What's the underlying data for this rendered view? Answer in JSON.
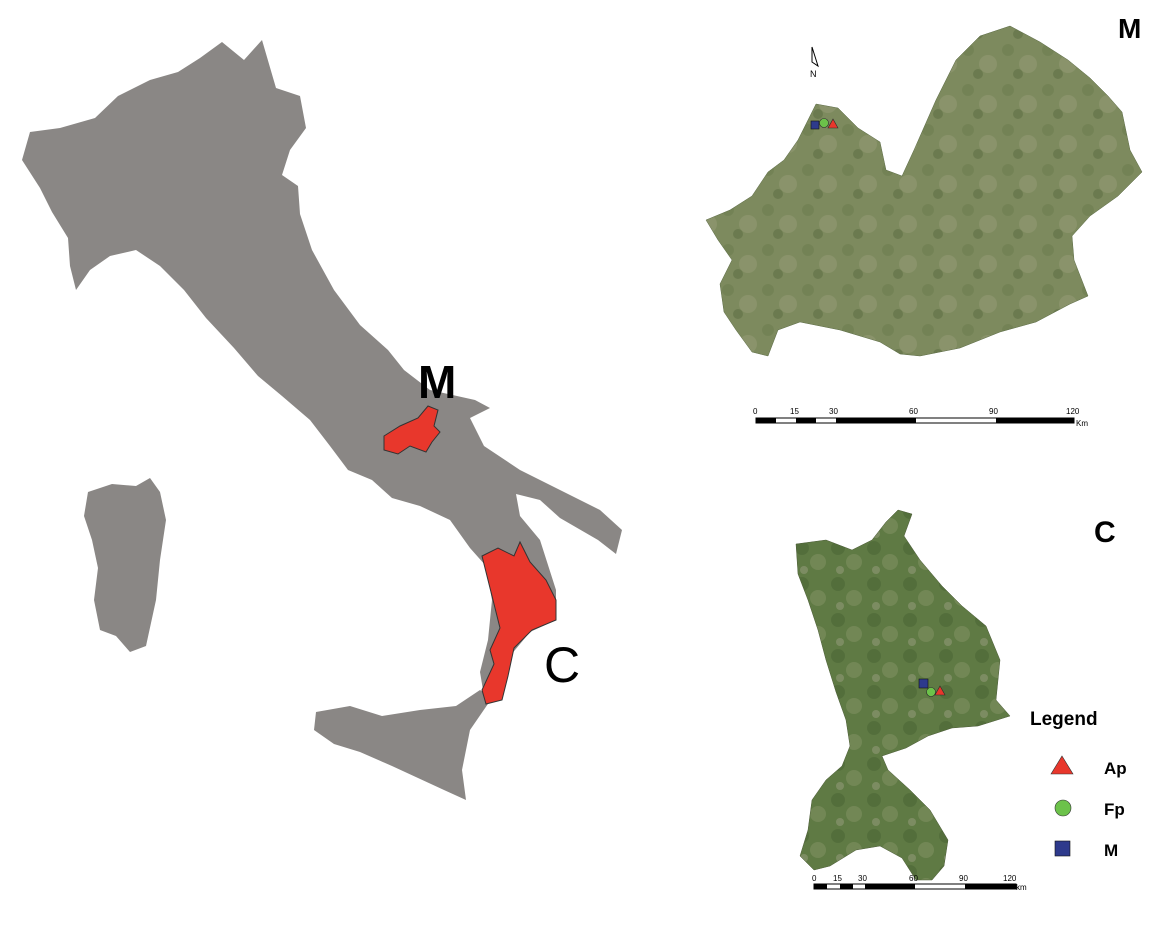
{
  "overview_map": {
    "labels": {
      "molise": "M",
      "calabria": "C"
    },
    "colors": {
      "land": "#8a8785",
      "highlight": "#e8372c"
    }
  },
  "inset_molise": {
    "label": "M",
    "north_label": "N",
    "scale": {
      "ticks": [
        "0",
        "15",
        "30",
        "60",
        "90",
        "120"
      ],
      "unit": "Km"
    }
  },
  "inset_calabria": {
    "label": "C",
    "scale": {
      "ticks": [
        "0",
        "15",
        "30",
        "60",
        "90",
        "120"
      ],
      "unit": "km"
    }
  },
  "legend": {
    "title": "Legend",
    "items": [
      {
        "label": "Ap",
        "symbol": "triangle",
        "color": "#e8372c"
      },
      {
        "label": "Fp",
        "symbol": "circle",
        "color": "#6cc24a"
      },
      {
        "label": "M",
        "symbol": "square",
        "color": "#2e3a8c"
      }
    ]
  }
}
